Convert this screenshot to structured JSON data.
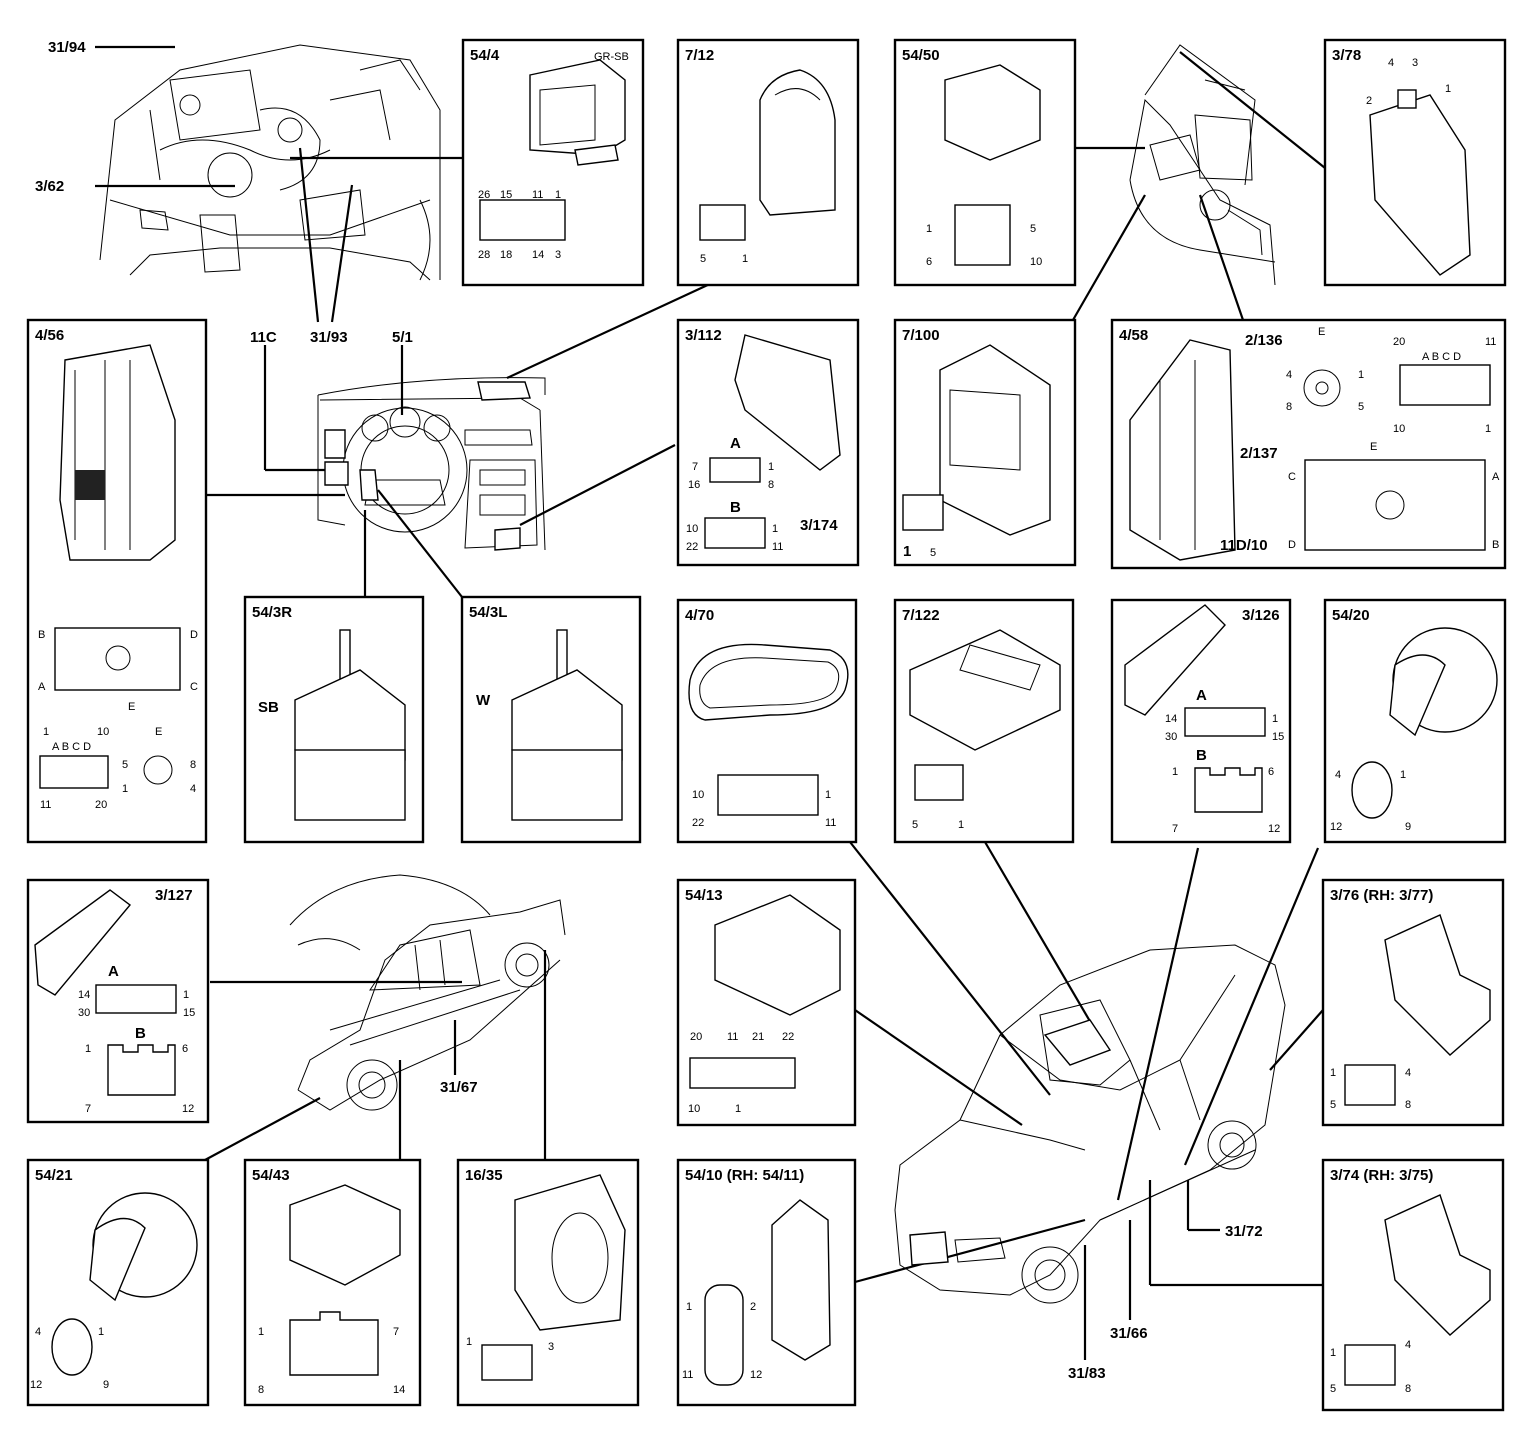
{
  "panels": {
    "p54_4": {
      "id": "54/4",
      "tag": "GR-SB",
      "pins": [
        "26",
        "15",
        "11",
        "1",
        "28",
        "18",
        "14",
        "3"
      ]
    },
    "p7_12": {
      "id": "7/12",
      "pins": [
        "5",
        "1"
      ]
    },
    "p54_50": {
      "id": "54/50",
      "pins": [
        "1",
        "5",
        "6",
        "10"
      ]
    },
    "p3_78": {
      "id": "3/78",
      "pins": [
        "4",
        "3",
        "2",
        "1"
      ]
    },
    "p4_56": {
      "id": "4/56",
      "letters": [
        "B",
        "D",
        "A",
        "C",
        "E"
      ],
      "abcd": "A B C D",
      "pins": [
        "1",
        "10",
        "11",
        "20"
      ],
      "epins": [
        "E",
        "5",
        "8",
        "1",
        "4"
      ]
    },
    "p3_112": {
      "id": "3/112",
      "a": "A",
      "b": "B",
      "pins_a": [
        "7",
        "1",
        "16",
        "8"
      ],
      "pins_b": [
        "10",
        "1",
        "22",
        "11"
      ]
    },
    "p7_100": {
      "id": "7/100",
      "pins": [
        "1",
        "5"
      ]
    },
    "p4_58": {
      "id": "4/58",
      "abcd": "A B C D",
      "pins": [
        "20",
        "11",
        "10",
        "1"
      ],
      "epins": [
        "E",
        "4",
        "1",
        "8",
        "5"
      ],
      "letters": [
        "E",
        "C",
        "A",
        "D",
        "B"
      ]
    },
    "p54_3r": {
      "id": "54/3R",
      "tag": "SB"
    },
    "p54_3l": {
      "id": "54/3L",
      "tag": "W"
    },
    "p4_70": {
      "id": "4/70",
      "pins": [
        "10",
        "1",
        "22",
        "11"
      ]
    },
    "p7_122": {
      "id": "7/122",
      "pins": [
        "5",
        "1"
      ]
    },
    "p3_126": {
      "id": "3/126",
      "a": "A",
      "b": "B",
      "pins_a": [
        "14",
        "1",
        "30",
        "15"
      ],
      "pins_b": [
        "1",
        "6",
        "7",
        "12"
      ]
    },
    "p54_20": {
      "id": "54/20",
      "pins": [
        "4",
        "1",
        "12",
        "9"
      ]
    },
    "p3_127": {
      "id": "3/127",
      "a": "A",
      "b": "B",
      "pins_a": [
        "14",
        "1",
        "30",
        "15"
      ],
      "pins_b": [
        "1",
        "6",
        "7",
        "12"
      ]
    },
    "p54_13": {
      "id": "54/13",
      "pins": [
        "20",
        "11",
        "21",
        "22",
        "10",
        "1"
      ]
    },
    "p3_76": {
      "id": "3/76 (RH: 3/77)",
      "pins": [
        "1",
        "4",
        "5",
        "8"
      ]
    },
    "p54_21": {
      "id": "54/21",
      "pins": [
        "4",
        "1",
        "12",
        "9"
      ]
    },
    "p54_43": {
      "id": "54/43",
      "pins": [
        "1",
        "7",
        "8",
        "14"
      ]
    },
    "p16_35": {
      "id": "16/35",
      "pins": [
        "1",
        "3"
      ]
    },
    "p54_10": {
      "id": "54/10 (RH: 54/11)",
      "pins": [
        "1",
        "2",
        "11",
        "12"
      ]
    },
    "p3_74": {
      "id": "3/74 (RH: 3/75)",
      "pins": [
        "1",
        "4",
        "5",
        "8"
      ]
    }
  },
  "callouts": {
    "c31_94": "31/94",
    "c3_62": "3/62",
    "c31_93": "31/93",
    "c11c": "11C",
    "c5_1": "5/1",
    "c3_174": "3/174",
    "c2_136": "2/136",
    "c2_137": "2/137",
    "c11d_10": "11D/10",
    "c31_67": "31/67",
    "c31_72": "31/72",
    "c31_66": "31/66",
    "c31_83": "31/83"
  }
}
